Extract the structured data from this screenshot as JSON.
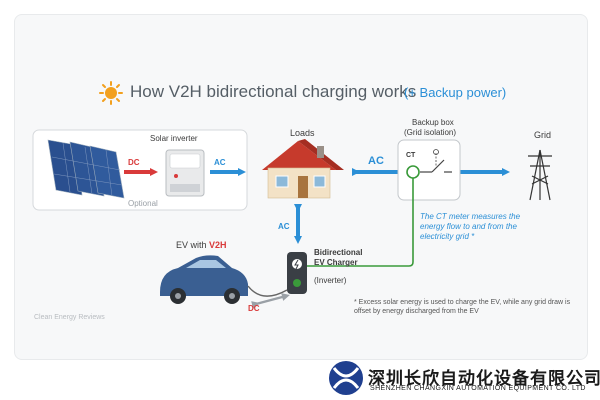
{
  "title": "How V2H bidirectional charging works",
  "title_suffix": "(+ Backup power)",
  "labels": {
    "solar_inverter": "Solar inverter",
    "optional": "Optional",
    "loads": "Loads",
    "backup_box": "Backup box",
    "grid_isolation": "(Grid isolation)",
    "grid": "Grid",
    "dc_solar": "DC",
    "ac_solar": "AC",
    "ac_grid": "AC",
    "ct": "CT",
    "ac_vertical": "AC",
    "ev_with": "EV with",
    "v2h": "V2H",
    "charger_line1": "Bidirectional",
    "charger_line2": "EV Charger",
    "inverter": "(Inverter)",
    "dc_ev": "DC",
    "watermark": "Clean Energy Reviews"
  },
  "ct_note": "The CT meter measures the energy flow to and from the electricity grid *",
  "footnote": "* Excess solar energy is used to charge the EV, while any grid draw is offset by energy discharged from the EV",
  "brand": {
    "name_cn": "深圳长欣自动化设备有限公司",
    "name_en": "SHENZHEN CHANGXIN AUTOMATION EQUIPMENT CO. LTD"
  },
  "colors": {
    "accent_blue": "#2b8fd6",
    "dc_red": "#d93a3a",
    "ct_green": "#3a9a3a",
    "sun_orange": "#f2a01e",
    "brand_navy": "#1f3f8f"
  }
}
